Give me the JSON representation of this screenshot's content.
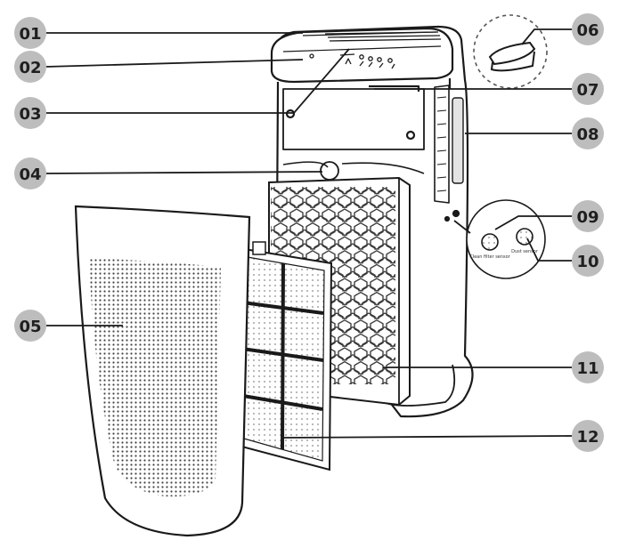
{
  "callouts": [
    {
      "number": "01"
    },
    {
      "number": "02"
    },
    {
      "number": "03"
    },
    {
      "number": "04"
    },
    {
      "number": "05"
    },
    {
      "number": "06"
    },
    {
      "number": "07"
    },
    {
      "number": "08"
    },
    {
      "number": "09"
    },
    {
      "number": "10"
    },
    {
      "number": "11"
    },
    {
      "number": "12"
    }
  ],
  "side_panel": {
    "button_left_label": "Clean filter sensor",
    "button_right_label": "Dust sensor"
  },
  "colors": {
    "callout_fill": "#bdbdbd",
    "callout_text": "#1f1f1f",
    "line": "#1a1a1a"
  }
}
